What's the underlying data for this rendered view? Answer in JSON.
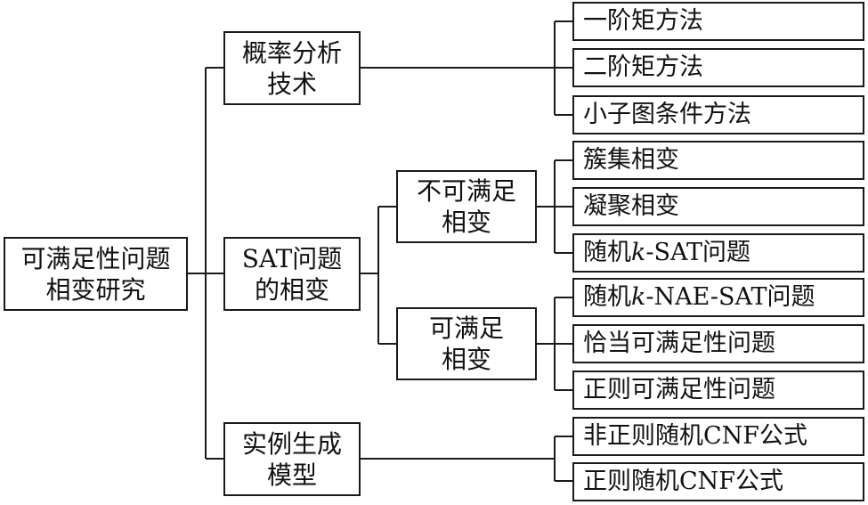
{
  "root": {
    "line1": "可满足性问题",
    "line2": "相变研究"
  },
  "branches": {
    "prob": {
      "line1": "概率分析",
      "line2": "技术"
    },
    "sat": {
      "line1": "SAT问题",
      "line2": "的相变"
    },
    "inst": {
      "line1": "实例生成",
      "line2": "模型"
    }
  },
  "sub": {
    "unsat": {
      "line1": "不可满足",
      "line2": "相变"
    },
    "satisf": {
      "line1": "可满足",
      "line2": "相变"
    }
  },
  "leaves": {
    "first_moment": "一阶矩方法",
    "second_moment": "二阶矩方法",
    "small_subgraph": "小子图条件方法",
    "cluster": "簇集相变",
    "condensation": "凝聚相变",
    "random_ksat": {
      "pre": "随机",
      "k": "k",
      "post": "-SAT问题"
    },
    "random_knae": {
      "pre": "随机",
      "k": "k",
      "post": "-NAE-SAT问题"
    },
    "exact_sat": "恰当可满足性问题",
    "regular_sat": "正则可满足性问题",
    "nonregular_cnf": "非正则随机CNF公式",
    "regular_cnf": "正则随机CNF公式"
  }
}
